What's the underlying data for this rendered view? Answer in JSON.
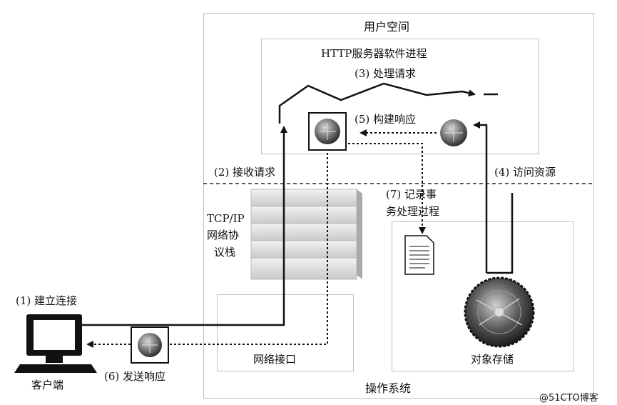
{
  "user_space": "用户空间",
  "http_process": "HTTP服务器软件进程",
  "step3": "(3) 处理请求",
  "step5": "(5) 构建响应",
  "step2": "(2) 接收请求",
  "step4": "(4) 访问资源",
  "step7_line1": "(7) 记录事",
  "step7_line2": "务处理过程",
  "tcpip_line1": "TCP/IP",
  "tcpip_line2": "网络协",
  "tcpip_line3": "议栈",
  "step1": "(1) 建立连接",
  "step6": "(6) 发送响应",
  "client": "客户端",
  "network_interface": "网络接口",
  "object_store": "对象存储",
  "os": "操作系统",
  "watermark": "@51CTO博客"
}
